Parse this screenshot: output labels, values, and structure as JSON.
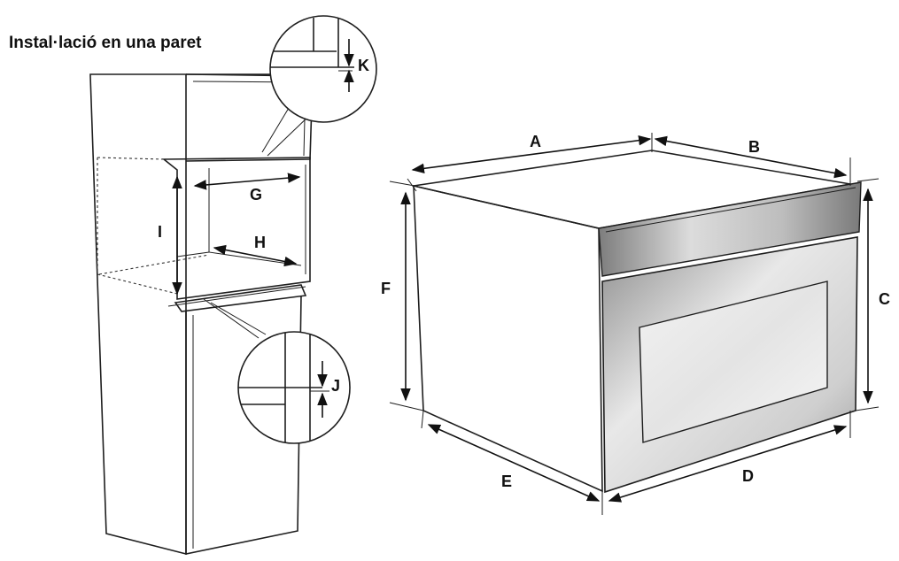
{
  "title": "Instal·lació en una paret",
  "labels": {
    "a": "A",
    "b": "B",
    "c": "C",
    "d": "D",
    "e": "E",
    "f": "F",
    "g": "G",
    "h": "H",
    "i": "I",
    "j": "J",
    "k": "K"
  },
  "colors": {
    "line": "#1e1e1e",
    "oven_front_dark": "#8a8a8a",
    "oven_front_light": "#e6e6e6"
  }
}
